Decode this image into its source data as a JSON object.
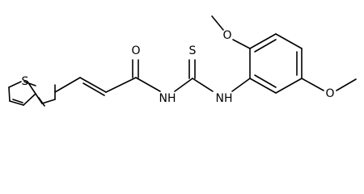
{
  "molecule": {
    "atoms": {
      "thiophene_s": "S",
      "carbonyl_o": "O",
      "amide_nh": "NH",
      "thio_s": "S",
      "aryl_nh": "NH",
      "methoxy_top_o": "O",
      "methoxy_right_o": "O"
    }
  },
  "colors": {
    "bond": "#000000",
    "label": "#000000",
    "background": "#ffffff"
  }
}
